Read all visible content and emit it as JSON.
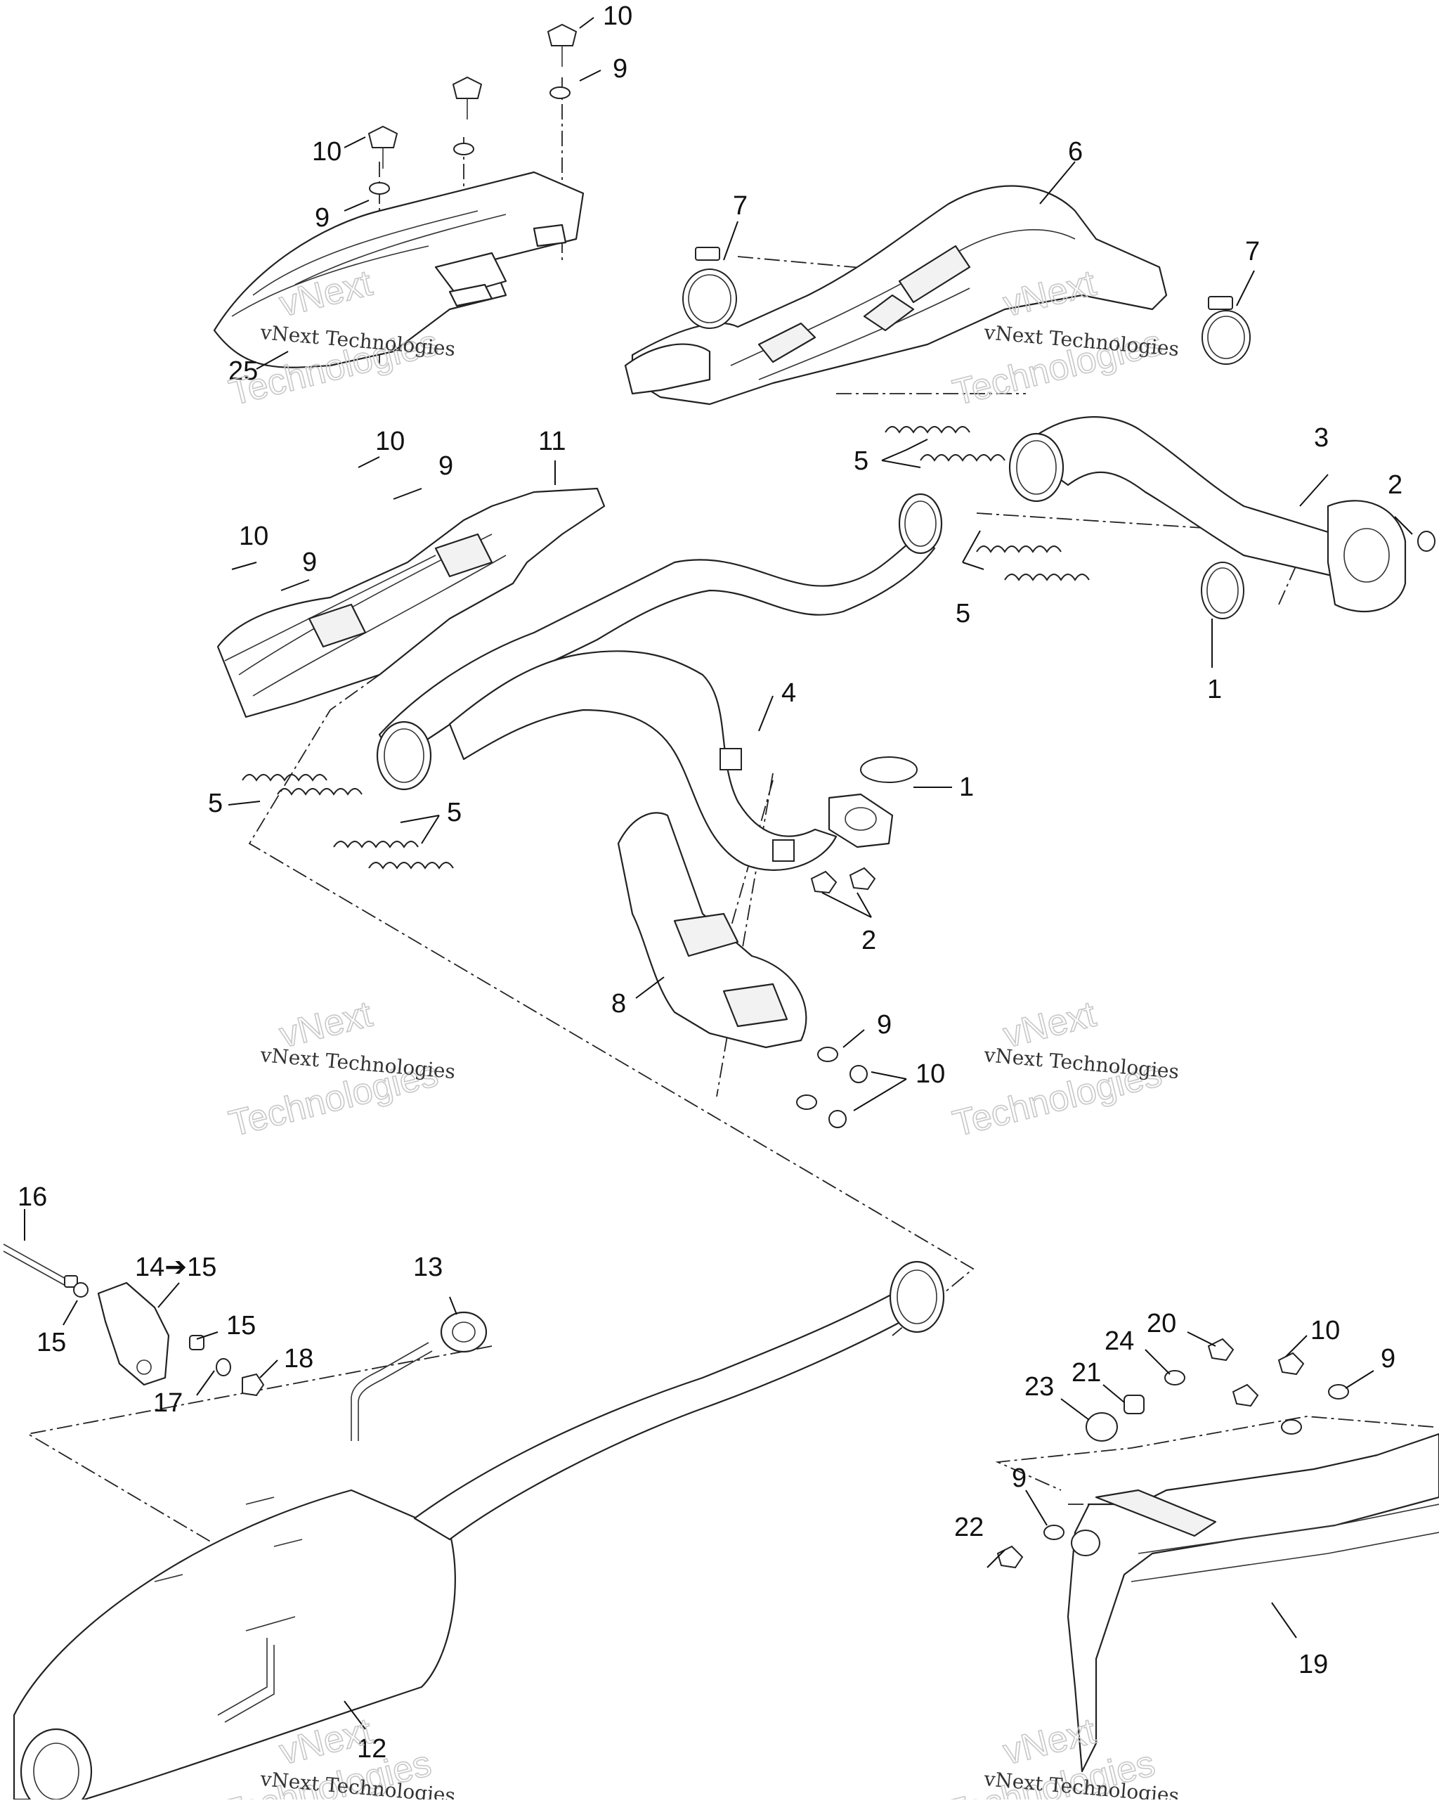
{
  "diagram": {
    "callouts": {
      "c10a": "10",
      "c9a": "9",
      "c10b": "10",
      "c9b": "9",
      "c25": "25",
      "c7a": "7",
      "c6": "6",
      "c7b": "7",
      "c10c": "10",
      "c9c": "9",
      "c11": "11",
      "c10d": "10",
      "c9d": "9",
      "c5a": "5",
      "c3": "3",
      "c2a": "2",
      "c1a": "1",
      "c5b": "5",
      "c4": "4",
      "c1b": "1",
      "c5c": "5",
      "c5d": "5",
      "c2b": "2",
      "c8": "8",
      "c9e": "9",
      "c10e": "10",
      "c16": "16",
      "c14": "14➔15",
      "c15a": "15",
      "c15b": "15",
      "c18": "18",
      "c17": "17",
      "c13": "13",
      "c20": "20",
      "c10f": "10",
      "c24": "24",
      "c9f": "9",
      "c21": "21",
      "c23": "23",
      "c9g": "9",
      "c22": "22",
      "c19": "19",
      "c12": "12"
    },
    "watermark": {
      "small": "vNext Technologies",
      "big_top": "vNext",
      "big_bottom": "Technologies"
    }
  },
  "colors": {
    "line": "#222222",
    "watermark": "#c8c8c8",
    "background": "#ffffff"
  }
}
